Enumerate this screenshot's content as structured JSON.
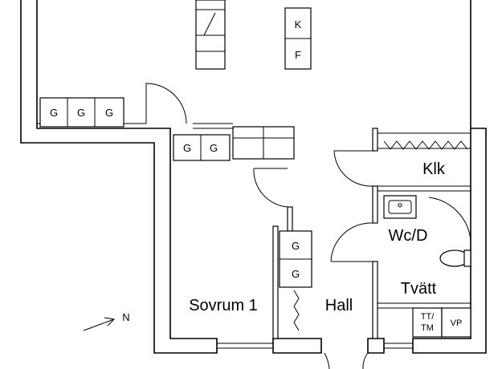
{
  "rooms": {
    "bedroom": "Sovrum 1",
    "hall": "Hall",
    "closet": "Klk",
    "bathroom": "Wc/D",
    "laundry": "Tvätt"
  },
  "fixtures": {
    "cabinet_top": "K",
    "cabinet_bottom": "F",
    "wardrobe": "G",
    "dryer": "TT/\nTM",
    "dryer_line1": "TT/",
    "dryer_line2": "TM",
    "water_heater": "VP"
  },
  "compass": {
    "label": "N"
  }
}
